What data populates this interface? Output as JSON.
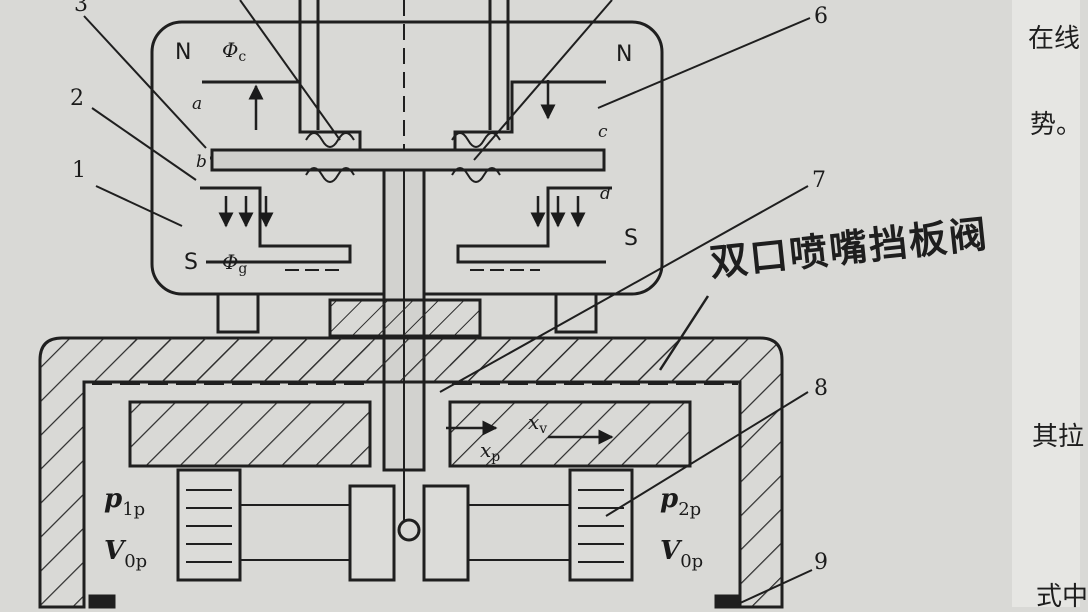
{
  "figure": {
    "callouts": [
      "1",
      "2",
      "3",
      "6",
      "7",
      "8",
      "9"
    ],
    "poles": {
      "top_left": "N",
      "top_right": "N",
      "bottom_left": "S",
      "bottom_right": "S"
    },
    "gap_marks": [
      "a",
      "b",
      "c",
      "d"
    ],
    "flux": {
      "control": {
        "symbol": "Φ",
        "sub": "c"
      },
      "permanent": {
        "symbol": "Φ",
        "sub": "g"
      }
    },
    "displacement": {
      "spool": {
        "symbol": "x",
        "sub": "v"
      },
      "flapper": {
        "symbol": "x",
        "sub": "p"
      }
    },
    "chambers": {
      "left_pressure": {
        "symbol": "p",
        "sub": "1p"
      },
      "left_volume": {
        "symbol": "V",
        "sub": "0p"
      },
      "right_pressure": {
        "symbol": "p",
        "sub": "2p"
      },
      "right_volume": {
        "symbol": "V",
        "sub": "0p"
      }
    },
    "handwritten_note": "双口喷嘴挡板阀"
  },
  "page_text": {
    "line1": "在线",
    "line2": "势。",
    "line3": "其拉",
    "line4": "式中"
  }
}
